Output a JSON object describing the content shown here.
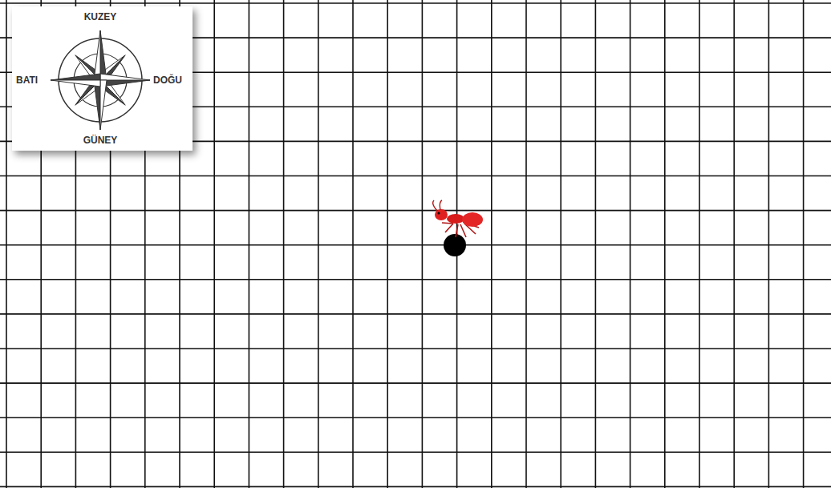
{
  "diagram": {
    "nodes": [
      {
        "text": [
          "KUZEY",
          "BATI",
          "DOĞU",
          "GÜNEY"
        ]
      }
    ]
  }
}
